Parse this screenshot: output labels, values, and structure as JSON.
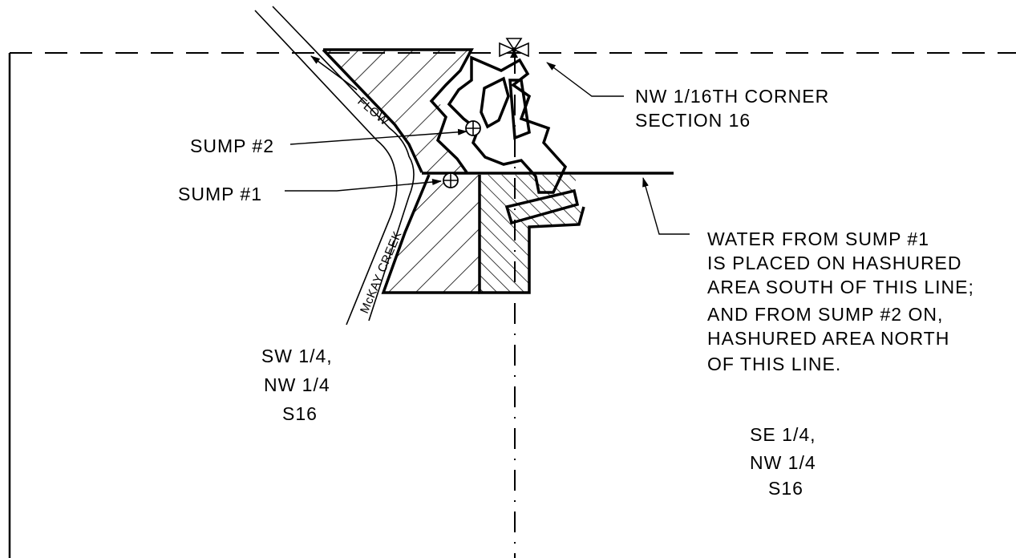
{
  "labels": {
    "corner": [
      "NW 1/16TH CORNER",
      "SECTION 16"
    ],
    "sump2": "SUMP #2",
    "sump1": "SUMP #1",
    "note": [
      "WATER FROM SUMP #1",
      "IS PLACED ON HASHURED",
      "AREA SOUTH OF THIS LINE;",
      "AND FROM SUMP #2 ON,",
      "HASHURED AREA NORTH",
      "OF THIS LINE."
    ],
    "sw_quarter": [
      "SW 1/4,",
      "NW 1/4",
      "S16"
    ],
    "se_quarter": [
      "SE 1/4,",
      "NW 1/4",
      "S16"
    ],
    "flow": "FLOW",
    "creek": "McKAY CREEK"
  },
  "icons": {
    "corner_marker": "survey-corner-monument-icon",
    "sump": "sump-symbol-icon",
    "flow_arrow": "flow-arrow-icon"
  },
  "colors": {
    "ink": "#000000",
    "paper": "#ffffff"
  }
}
